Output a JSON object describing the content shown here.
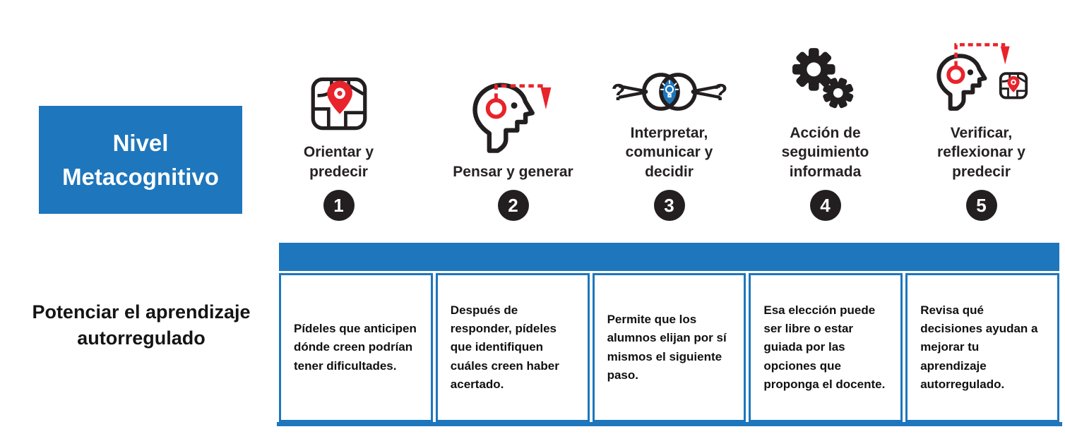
{
  "palette": {
    "blue": "#1E76BC",
    "ink": "#231F20",
    "red": "#E8232B",
    "card_bg": "#FFFFFF"
  },
  "left_panel": {
    "level_title": "Nivel Metacognitivo",
    "goal_title": "Potenciar el aprendizaje autorregulado"
  },
  "steps": [
    {
      "number": "1",
      "icon": "map-pin-icon",
      "label": "Orientar y predecir",
      "tip": "Pídeles que anticipen dónde creen podrían tener dificultades."
    },
    {
      "number": "2",
      "icon": "thinking-head-icon",
      "label": "Pensar y generar",
      "tip": "Después de responder, pídeles que identifiquen cuáles creen haber acertado."
    },
    {
      "number": "3",
      "icon": "eye-question-icon",
      "label": "Interpretar, comunicar y decidir",
      "tip": "Permite que los alumnos elijan por sí mismos el siguiente paso."
    },
    {
      "number": "4",
      "icon": "gears-icon",
      "label": "Acción de seguimiento informada",
      "tip": "Esa elección puede ser libre o estar guiada por las opciones que proponga el docente."
    },
    {
      "number": "5",
      "icon": "head-map-icon",
      "label": "Verificar, reflexionar y predecir",
      "tip": "Revisa qué decisiones ayudan a mejorar tu aprendizaje autorregulado."
    }
  ]
}
